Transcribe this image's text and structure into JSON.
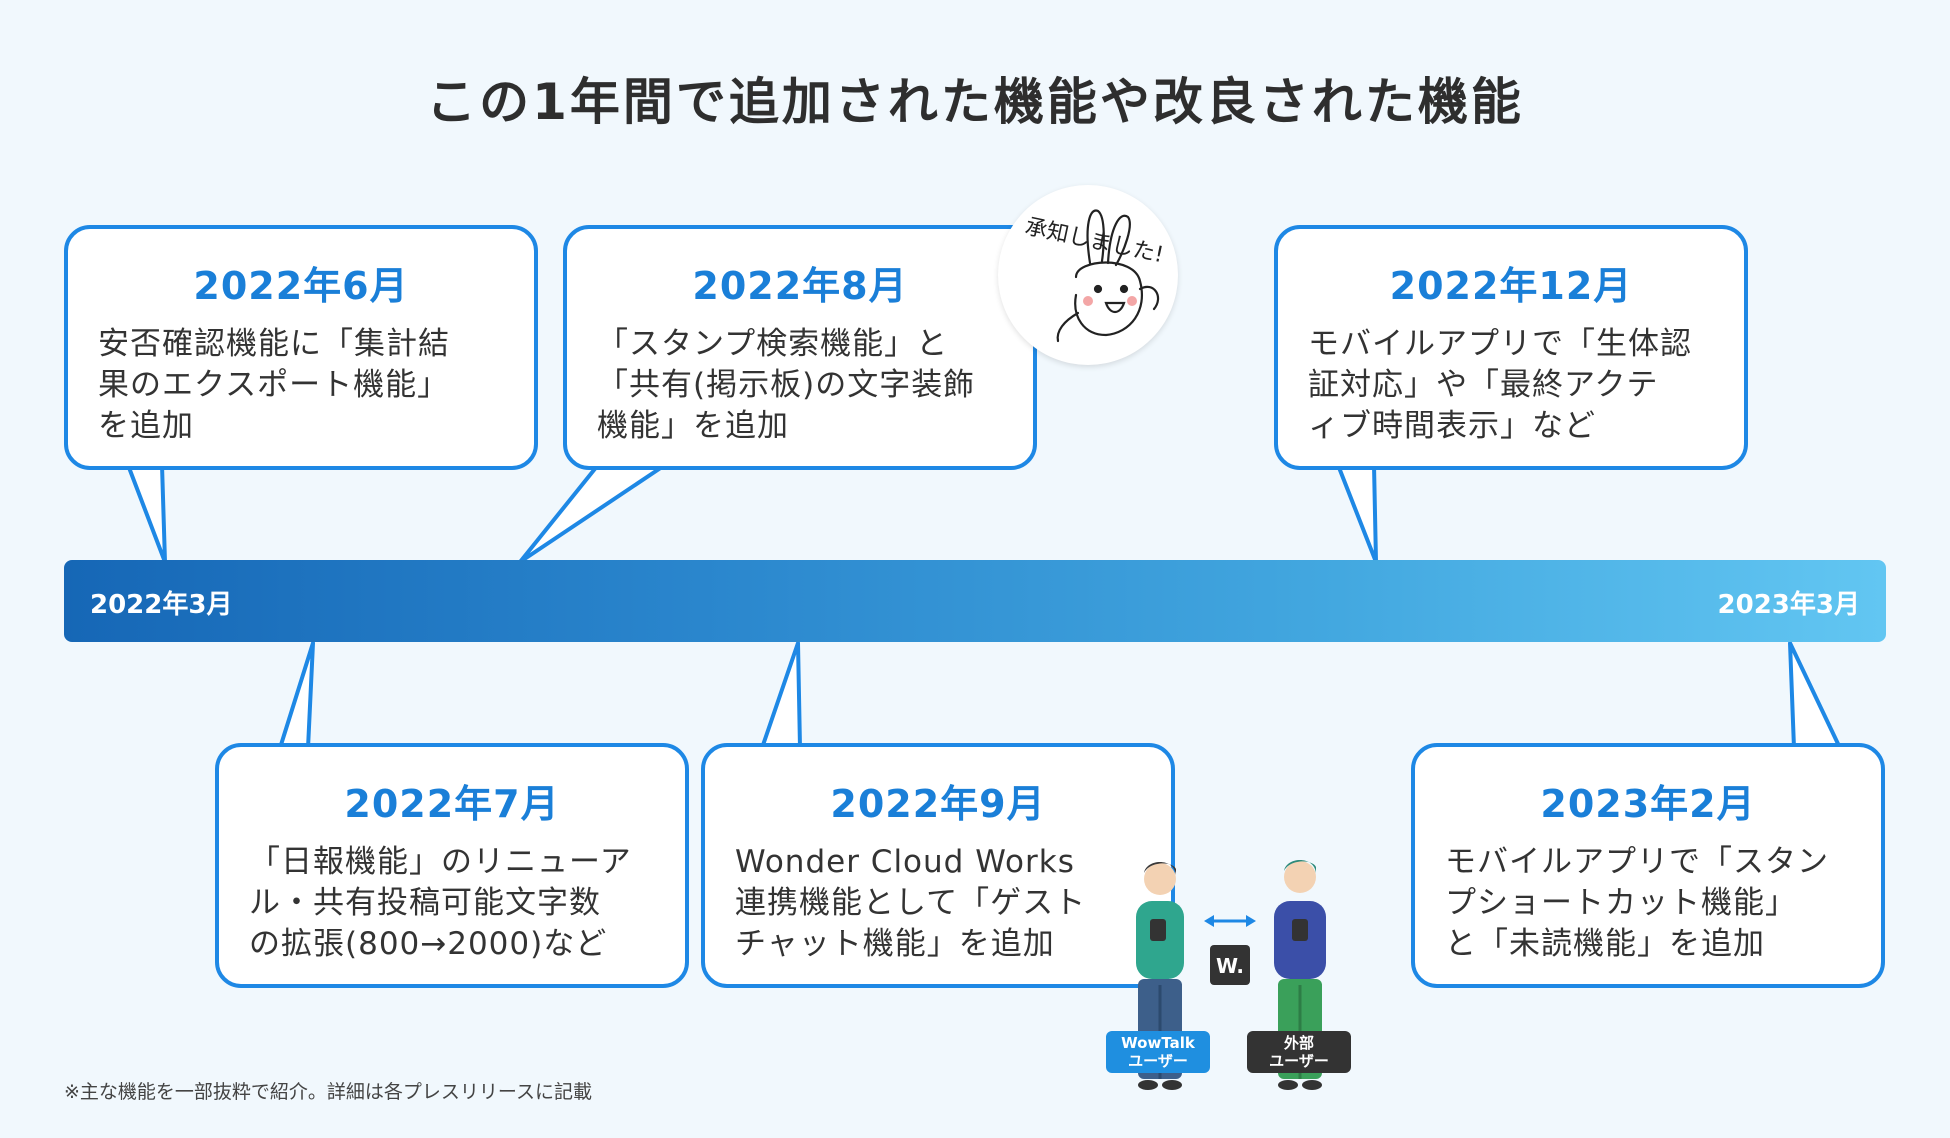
{
  "title": "この1年間で追加された機能や改良された機能",
  "timeline": {
    "start": "2022年3月",
    "end": "2023年3月"
  },
  "events": [
    {
      "date": "2022年6月",
      "text": "安否確認機能に「集計結\n果のエクスポート機能」\nを追加"
    },
    {
      "date": "2022年8月",
      "text": "「スタンプ検索機能」と\n「共有(掲示板)の文字装飾\n機能」を追加"
    },
    {
      "date": "2022年12月",
      "text": "モバイルアプリで「生体認\n証対応」や「最終アクテ\nィブ時間表示」など"
    },
    {
      "date": "2022年7月",
      "text": "「日報機能」のリニューア\nル・共有投稿可能文字数\nの拡張(800→2000)など"
    },
    {
      "date": "2022年9月",
      "text": "Wonder Cloud Works\n連携機能として「ゲスト\nチャット機能」を追加"
    },
    {
      "date": "2023年2月",
      "text": "モバイルアプリで「スタン\nプショートカット機能」\nと「未読機能」を追加"
    }
  ],
  "sticker": {
    "text": "承知しました!"
  },
  "illustration": {
    "badge_wowtalk_line1": "WowTalk",
    "badge_wowtalk_line2": "ユーザー",
    "badge_external_line1": "外部",
    "badge_external_line2": "ユーザー",
    "logo_text": "W."
  },
  "footnote": "※主な機能を一部抜粋で紹介。詳細は各プレスリリースに記載",
  "colors": {
    "accent": "#1e88e5",
    "date": "#1a7fd8",
    "background": "#f1f8fd",
    "bar_start": "#1667b6",
    "bar_end": "#62c6f2"
  }
}
